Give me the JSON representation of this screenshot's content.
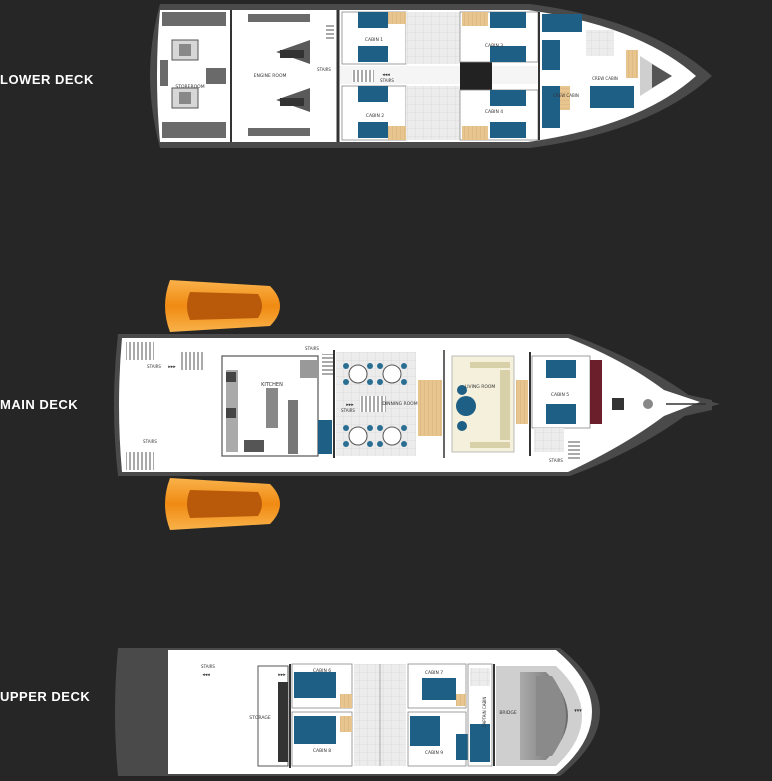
{
  "decks": {
    "lower": {
      "title": "LOWER DECK",
      "rooms": {
        "storeroom": "STOREROOM",
        "engine_room": "ENGINE ROOM",
        "stairs": "STAIRS",
        "stairs_center": "STAIRS",
        "cabin1": "CABIN 1",
        "cabin2": "CABIN 2",
        "cabin3": "CABIN 3",
        "cabin4": "CABIN 4",
        "crew_cabin_a": "CREW CABIN",
        "crew_cabin_b": "CREW CABIN"
      }
    },
    "main": {
      "title": "MAIN DECK",
      "rooms": {
        "stairs_top": "STAIRS",
        "stairs_bottom": "STAIRS",
        "stairs_upper": "STAIRS",
        "stairs_inner": "STAIRS",
        "stairs_right": "STAIRS",
        "kitchen": "KITCHEN",
        "dining_room": "DINNING ROOM",
        "living_room": "LIVING ROOM",
        "cabin5": "CABIN 5"
      }
    },
    "upper": {
      "title": "UPPER DECK",
      "rooms": {
        "stairs": "STAIRS",
        "storage": "STORAGE",
        "cabin6": "CABIN 6",
        "cabin7": "CABIN 7",
        "cabin8": "CABIN 8",
        "cabin9": "CABIN 9",
        "captain_cabin": "CAPTAIN CABIN",
        "bridge": "BRIDGE"
      }
    }
  },
  "colors": {
    "background": "#262626",
    "hull": "#4a4a4a",
    "floor": "#ffffff",
    "bed": "#1e5f86",
    "wood": "#e8c58f",
    "tender": "#f3951f"
  },
  "symbols": {
    "stair_arrows_right": "▸▸▸",
    "stair_arrows_left": "◂◂◂",
    "stair_arrows_up": "▴▴▴",
    "stair_arrows_down": "▾▾▾"
  }
}
